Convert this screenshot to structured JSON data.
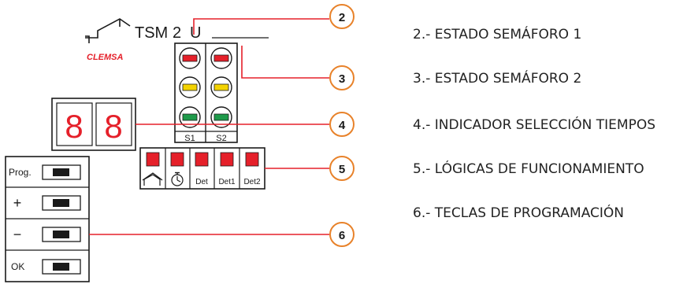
{
  "device": {
    "model": "TSM",
    "model_number": "2",
    "model_suffix": "U",
    "brand": "CLEMSA"
  },
  "semaphores": [
    "S1",
    "S2"
  ],
  "display": [
    "8",
    "8"
  ],
  "logic_labels": [
    "Det",
    "Det1",
    "Det2"
  ],
  "keys": [
    "Prog.",
    "+",
    "−",
    "OK"
  ],
  "callouts": [
    "2",
    "3",
    "4",
    "5",
    "6"
  ],
  "legend": [
    "2.- ESTADO SEMÁFORO 1",
    "3.- ESTADO SEMÁFORO 2",
    "4.- INDICADOR SELECCIÓN TIEMPOS",
    "5.- LÓGICAS DE FUNCIONAMIENTO",
    "6.- TECLAS DE PROGRAMACIÓN"
  ],
  "colors": {
    "accent_orange": "#e8822a",
    "led_red": "#e5202a",
    "led_yellow": "#f3d300",
    "led_green": "#1e9a4a",
    "line_red": "#e5202a",
    "outline": "#1a1a1a"
  },
  "icons": {
    "house": "house-icon",
    "timer": "stopwatch-icon"
  }
}
